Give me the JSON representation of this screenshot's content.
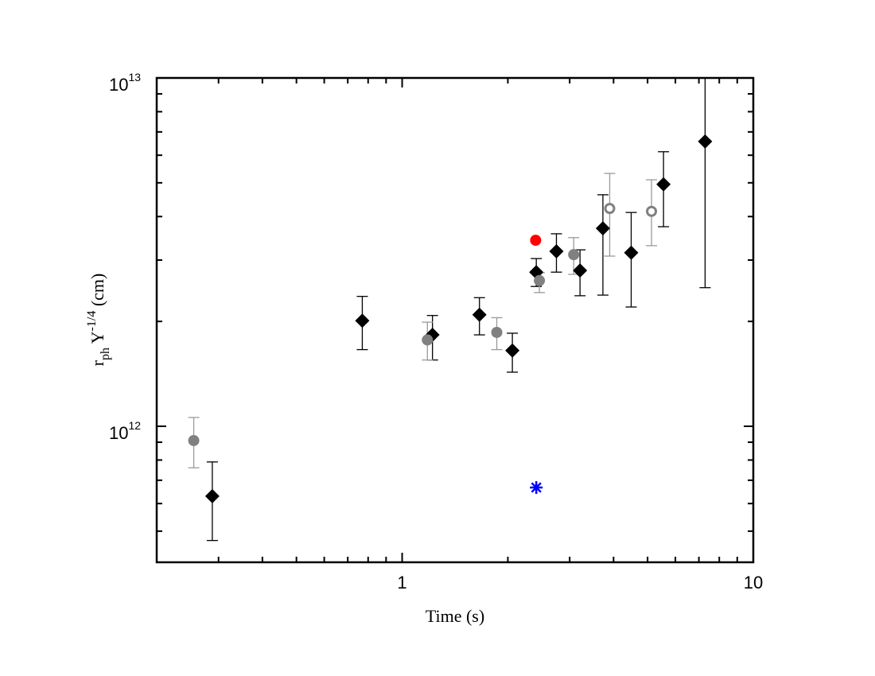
{
  "chart_data": {
    "type": "scatter",
    "title": "",
    "xlabel": "Time (s)",
    "ylabel": "r_ph Y^-1/4 (cm)",
    "ylabel_parts": {
      "main": "r",
      "sub": "ph",
      "mid": " Y",
      "sup": "-1/4",
      "unit": " (cm)"
    },
    "xscale": "log",
    "yscale": "log",
    "xlim": [
      0.2,
      10
    ],
    "ylim": [
      407000000000.0,
      10000000000000.0
    ],
    "grid": false,
    "legend": null,
    "x_tick_labels": [
      {
        "value": 1,
        "label": "1"
      },
      {
        "value": 10,
        "label": "10"
      }
    ],
    "y_tick_labels": [
      {
        "value": 1000000000000.0,
        "base": "10",
        "exp": "12"
      },
      {
        "value": 10000000000000.0,
        "base": "10",
        "exp": "13"
      }
    ],
    "series": [
      {
        "name": "black-diamonds",
        "marker": "diamond",
        "color": "#000000",
        "filled": true,
        "points": [
          {
            "x": 0.288,
            "y": 630000000000.0,
            "y_hi": 790000000000.0,
            "y_lo": 470000000000.0
          },
          {
            "x": 0.77,
            "y": 2010000000000.0,
            "y_hi": 2360000000000.0,
            "y_lo": 1660000000000.0
          },
          {
            "x": 1.22,
            "y": 1830000000000.0,
            "y_hi": 2080000000000.0,
            "y_lo": 1550000000000.0
          },
          {
            "x": 1.66,
            "y": 2090000000000.0,
            "y_hi": 2340000000000.0,
            "y_lo": 1830000000000.0
          },
          {
            "x": 2.06,
            "y": 1650000000000.0,
            "y_hi": 1850000000000.0,
            "y_lo": 1430000000000.0
          },
          {
            "x": 2.41,
            "y": 2770000000000.0,
            "y_hi": 3030000000000.0,
            "y_lo": 2520000000000.0
          },
          {
            "x": 2.75,
            "y": 3180000000000.0,
            "y_hi": 3570000000000.0,
            "y_lo": 2770000000000.0
          },
          {
            "x": 3.21,
            "y": 2800000000000.0,
            "y_hi": 3210000000000.0,
            "y_lo": 2370000000000.0
          },
          {
            "x": 3.73,
            "y": 3700000000000.0,
            "y_hi": 4620000000000.0,
            "y_lo": 2380000000000.0
          },
          {
            "x": 4.49,
            "y": 3150000000000.0,
            "y_hi": 4110000000000.0,
            "y_lo": 2200000000000.0
          },
          {
            "x": 5.55,
            "y": 4950000000000.0,
            "y_hi": 6140000000000.0,
            "y_lo": 3740000000000.0
          },
          {
            "x": 7.29,
            "y": 6570000000000.0,
            "y_hi": 10000000000000.0,
            "y_lo": 2500000000000.0
          }
        ]
      },
      {
        "name": "gray-filled-circles",
        "marker": "circle",
        "color": "#808080",
        "filled": true,
        "points": [
          {
            "x": 0.255,
            "y": 910000000000.0,
            "y_hi": 1060000000000.0,
            "y_lo": 760000000000.0
          },
          {
            "x": 1.18,
            "y": 1770000000000.0,
            "y_hi": 1990000000000.0,
            "y_lo": 1550000000000.0
          },
          {
            "x": 1.86,
            "y": 1860000000000.0,
            "y_hi": 2050000000000.0,
            "y_lo": 1660000000000.0
          },
          {
            "x": 2.46,
            "y": 2620000000000.0,
            "y_hi": 2760000000000.0,
            "y_lo": 2420000000000.0
          },
          {
            "x": 3.08,
            "y": 3110000000000.0,
            "y_hi": 3480000000000.0,
            "y_lo": 2730000000000.0
          }
        ]
      },
      {
        "name": "gray-open-circles",
        "marker": "circle",
        "color": "#808080",
        "filled": false,
        "points": [
          {
            "x": 3.9,
            "y": 4220000000000.0,
            "y_hi": 5320000000000.0,
            "y_lo": 3080000000000.0
          },
          {
            "x": 5.13,
            "y": 4140000000000.0,
            "y_hi": 5100000000000.0,
            "y_lo": 3300000000000.0
          }
        ]
      },
      {
        "name": "red-circle",
        "marker": "circle",
        "color": "#ff0000",
        "filled": true,
        "points": [
          {
            "x": 2.4,
            "y": 3420000000000.0
          }
        ]
      },
      {
        "name": "blue-asterisk",
        "marker": "asterisk",
        "color": "#0000ff",
        "filled": false,
        "points": [
          {
            "x": 2.41,
            "y": 667000000000.0
          }
        ]
      }
    ]
  }
}
